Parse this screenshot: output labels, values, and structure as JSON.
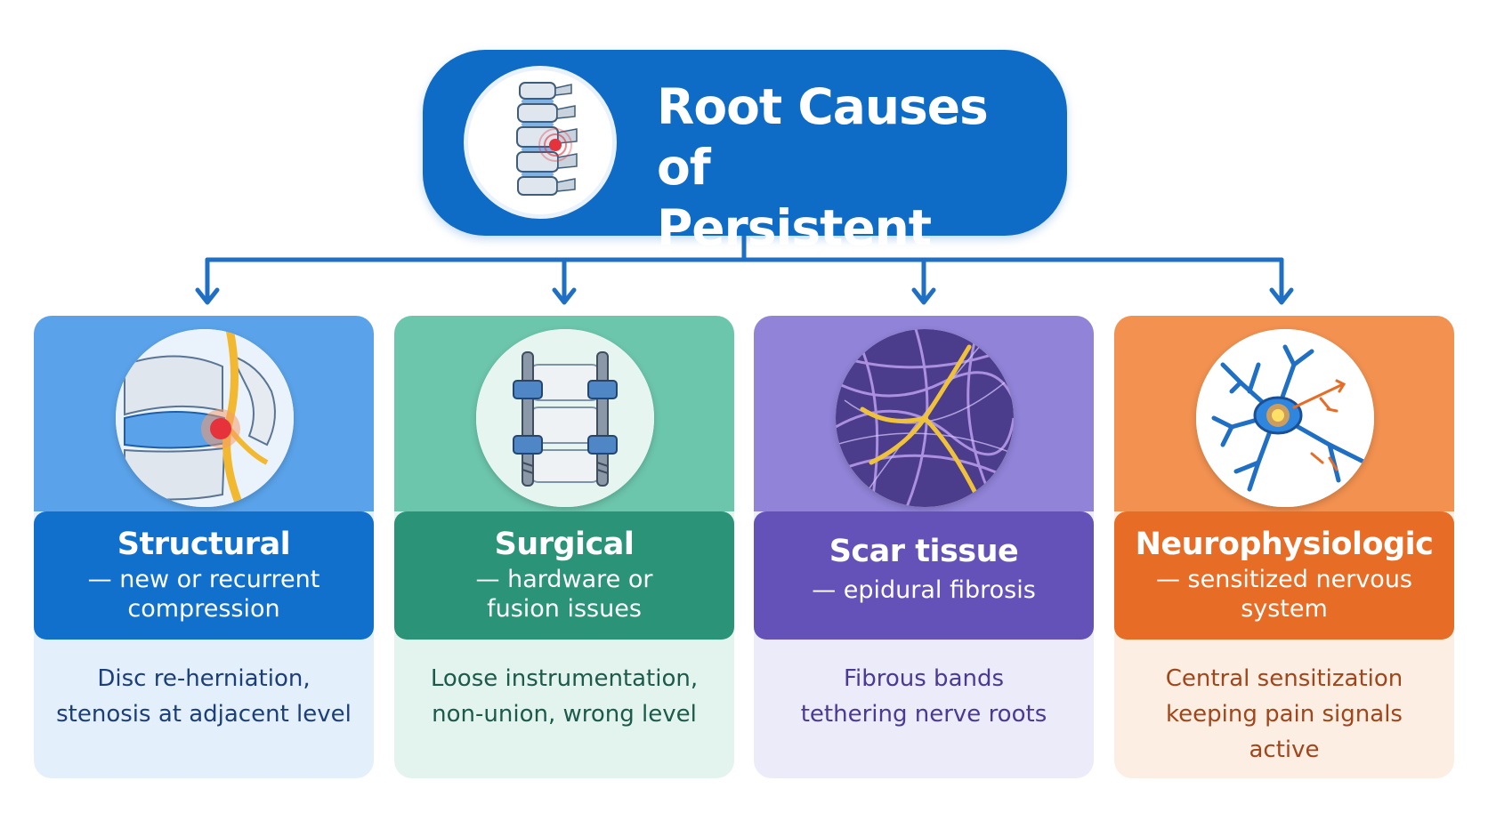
{
  "header": {
    "title_line1": "Root Causes of",
    "title_line2": "Persistent Pain",
    "icon": "spine-pain-icon",
    "color": "#0f6cc6"
  },
  "cards": [
    {
      "title": "Structural",
      "subtitle_line1": "— new or recurrent",
      "subtitle_line2": "compression",
      "detail_line1": "Disc re-herniation,",
      "detail_line2": "stenosis at adjacent level",
      "icon": "herniated-disc-icon",
      "colors": {
        "top": "#5aa3ea",
        "band": "#1270cd",
        "bottom": "#e4effc",
        "text": "#1c3f7a"
      }
    },
    {
      "title": "Surgical",
      "subtitle_line1": "— hardware or",
      "subtitle_line2": "fusion issues",
      "detail_line1": "Loose instrumentation,",
      "detail_line2": "non-union, wrong level",
      "icon": "spinal-hardware-icon",
      "colors": {
        "top": "#6cc6ac",
        "band": "#2b9378",
        "bottom": "#e3f4ef",
        "text": "#1c5a4a"
      }
    },
    {
      "title": "Scar tissue",
      "subtitle_line1": "— epidural fibrosis",
      "subtitle_line2": "",
      "detail_line1": "Fibrous bands",
      "detail_line2": "tethering nerve roots",
      "icon": "fibrosis-icon",
      "colors": {
        "top": "#9083d8",
        "band": "#6552b8",
        "bottom": "#ecebfa",
        "text": "#4a3a95"
      }
    },
    {
      "title": "Neurophysiologic",
      "subtitle_line1": "— sensitized nervous",
      "subtitle_line2": "system",
      "detail_line1": "Central sensitization",
      "detail_line2": "keeping pain signals active",
      "icon": "neuron-icon",
      "colors": {
        "top": "#f29150",
        "band": "#e76c25",
        "bottom": "#fdeee3",
        "text": "#a0461a"
      }
    }
  ],
  "connector_color": "#1f6fc4"
}
